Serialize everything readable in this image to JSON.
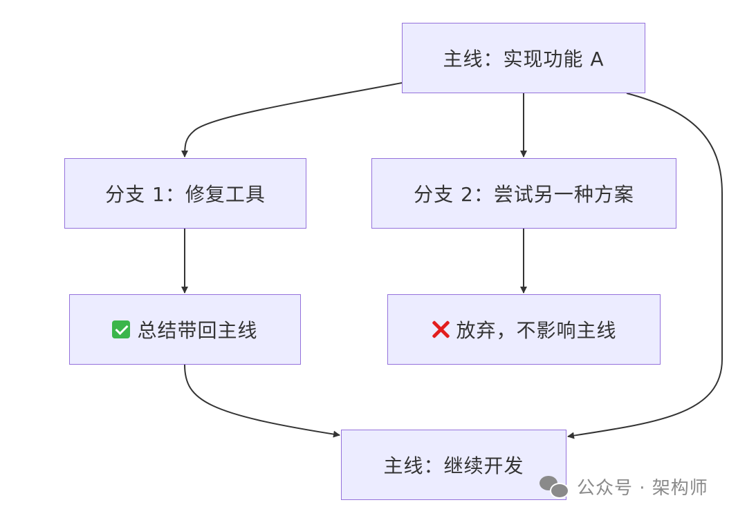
{
  "diagram": {
    "nodes": {
      "main_a": "主线：实现功能 A",
      "branch_1": "分支 1：修复工具",
      "branch_2": "分支 2：尝试另一种方案",
      "summary": "总结带回主线",
      "abandon": "放弃，不影响主线",
      "continue": "主线：继续开发"
    },
    "edges": [
      {
        "from": "main_a",
        "to": "branch_1"
      },
      {
        "from": "main_a",
        "to": "branch_2"
      },
      {
        "from": "main_a",
        "to": "continue"
      },
      {
        "from": "branch_1",
        "to": "summary"
      },
      {
        "from": "branch_2",
        "to": "abandon"
      },
      {
        "from": "summary",
        "to": "continue"
      }
    ],
    "icons": {
      "summary": "check-mark-icon",
      "abandon": "cross-mark-icon"
    },
    "colors": {
      "node_fill": "#ececff",
      "node_border": "#9370db",
      "edge": "#333333",
      "check": "#3bb54a",
      "cross": "#e21d1d"
    }
  },
  "watermark": {
    "text": "公众号 · 架构师",
    "icon": "wechat-icon"
  }
}
